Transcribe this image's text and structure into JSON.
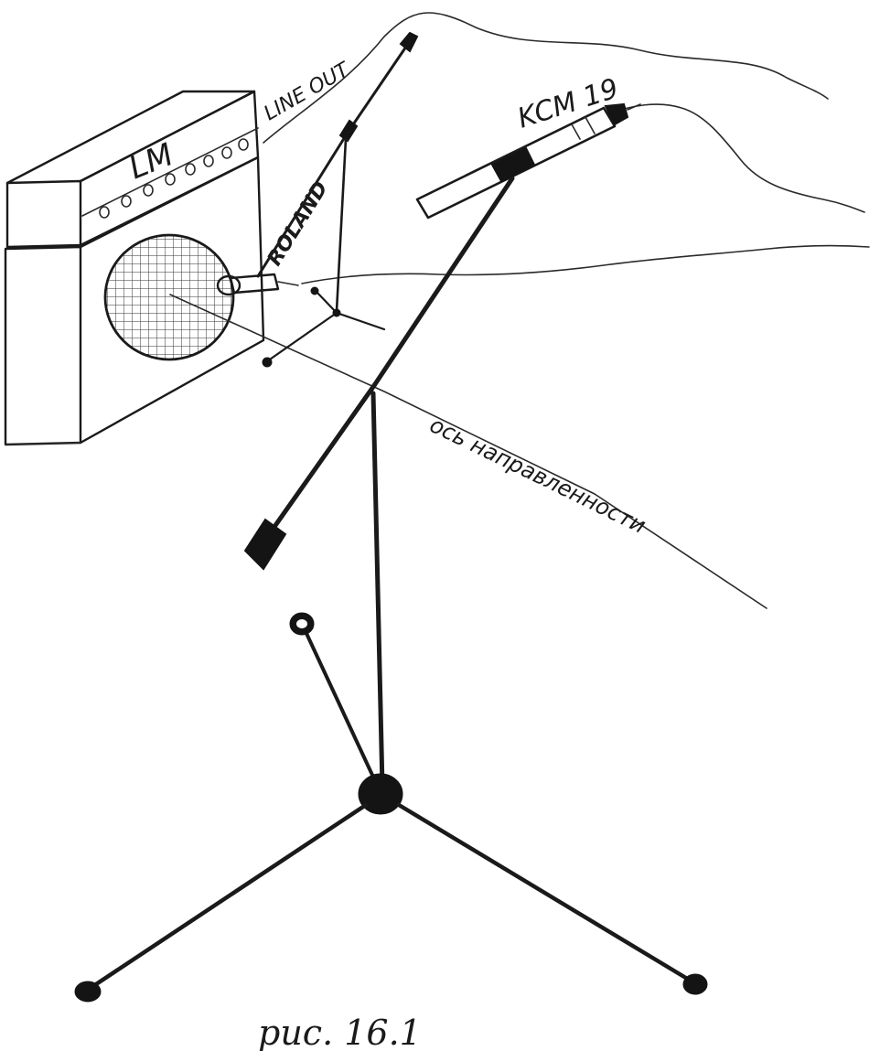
{
  "labels": {
    "amp_brand": "LM",
    "line_out": "LINE OUT",
    "roland": "ROLAND",
    "mic_model": "KCM 19",
    "axis": "ось направленности",
    "caption": "рис. 16.1"
  },
  "colors": {
    "paper": "#ffffff",
    "ink": "#1a1a1a"
  },
  "icons": [
    "guitar-amplifier-icon",
    "speaker-grille-icon",
    "dynamic-microphone-icon",
    "condenser-microphone-icon",
    "mic-stand-icon"
  ]
}
